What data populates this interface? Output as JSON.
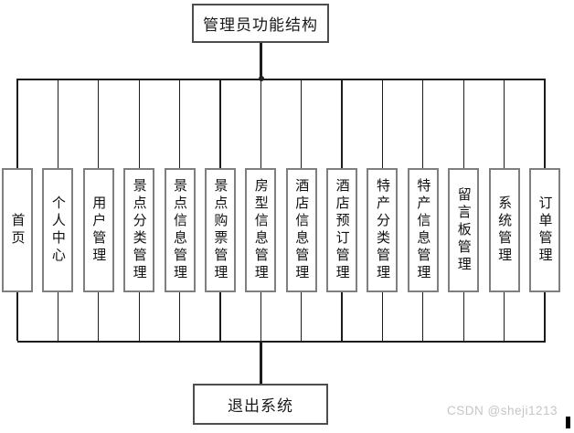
{
  "diagram": {
    "root": {
      "label": "管理员功能结构"
    },
    "branches": [
      {
        "label": "首页"
      },
      {
        "label": "个人中心"
      },
      {
        "label": "用户管理"
      },
      {
        "label": "景点分类管理"
      },
      {
        "label": "景点信息管理"
      },
      {
        "label": "景点购票管理"
      },
      {
        "label": "房型信息管理"
      },
      {
        "label": "酒店信息管理"
      },
      {
        "label": "酒店预订管理"
      },
      {
        "label": "特产分类管理"
      },
      {
        "label": "特产信息管理"
      },
      {
        "label": "留言板管理"
      },
      {
        "label": "系统管理"
      },
      {
        "label": "订单管理"
      }
    ],
    "exit": {
      "label": "退出系统"
    },
    "watermark": "CSDN @sheji1213",
    "colors": {
      "background": "#ffffff",
      "line": "#1c1c1c",
      "root_border": "#4d4d4d",
      "branch_border": "#7f7f7f",
      "watermark": "#c3c6c8"
    }
  }
}
